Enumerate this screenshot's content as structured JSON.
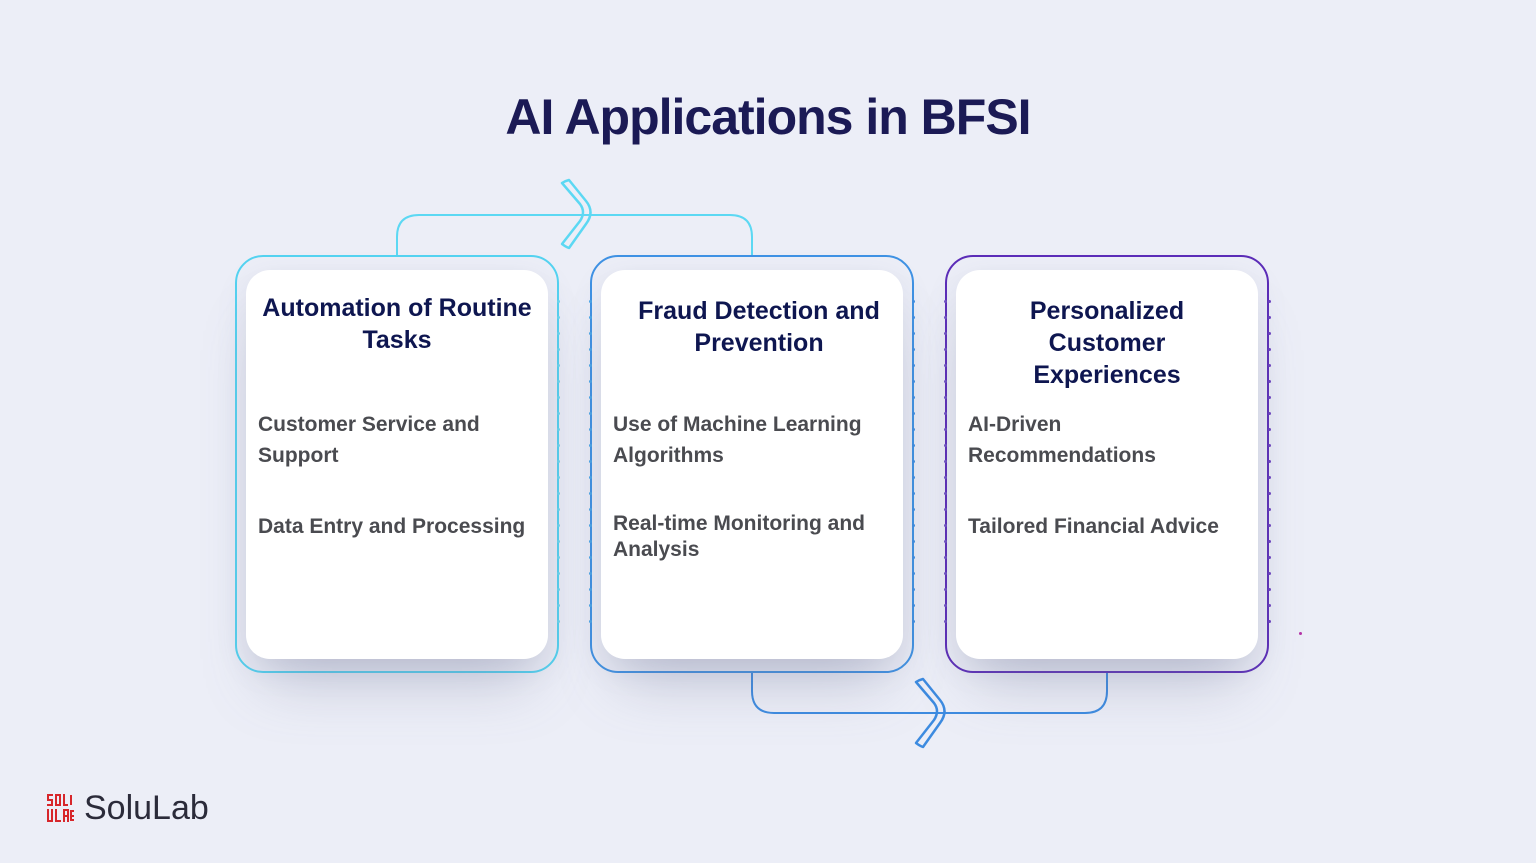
{
  "title": "AI Applications in BFSI",
  "cards": [
    {
      "title": "Automation of Routine Tasks",
      "items": [
        "Customer Service and Support",
        "Data Entry and Processing"
      ],
      "accent": "#54d3f1"
    },
    {
      "title": "Fraud Detection and Prevention",
      "items": [
        "Use of Machine Learning Algorithms",
        "Real-time Monitoring and Analysis"
      ],
      "accent": "#3f92e4"
    },
    {
      "title": "Personalized Customer Experiences",
      "items": [
        "AI-Driven Recommendations",
        "Tailored Financial Advice"
      ],
      "accent": "#5c2db8"
    }
  ],
  "connectors": [
    "right-arrow-top",
    "right-arrow-bottom"
  ],
  "brand": {
    "logo_letters": "SOLULAB",
    "name": "SoluLab",
    "color": "#d7262b"
  }
}
